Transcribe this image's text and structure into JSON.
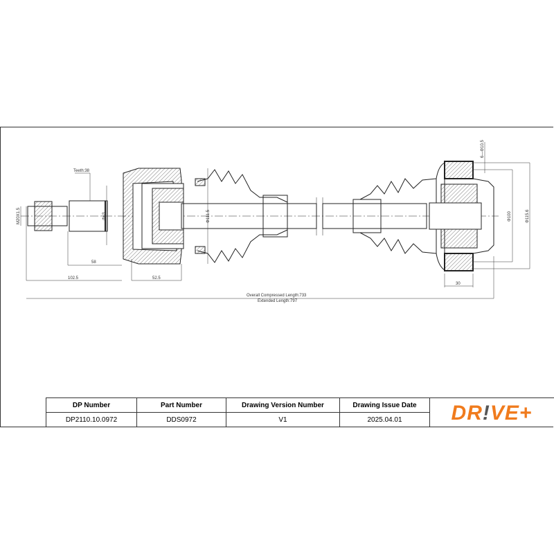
{
  "drawing": {
    "teeth": "Teeth:38",
    "thread": "M20X1.5",
    "dia_63": "Φ63",
    "dia_111_5": "Φ111.5",
    "dim_58": "58",
    "dim_102_5": "102.5",
    "dim_52_5": "52.5",
    "bolt_holes": "6—Φ10.5",
    "dia_100": "Φ100",
    "dia_115_6": "Φ115.6",
    "dim_30": "30",
    "compressed_length": "Overall Compressed Length:733",
    "extended_length": "Extended Length:797"
  },
  "titleblock": {
    "headers": [
      "DP Number",
      "Part Number",
      "Drawing Version Number",
      "Drawing Issue Date"
    ],
    "values": [
      "DP2110.10.0972",
      "DDS0972",
      "V1",
      "2025.04.01"
    ]
  },
  "logo": {
    "text_a": "DR",
    "text_b": "!",
    "text_c": "VE+",
    "brand_color": "#f07b1d",
    "accent_color": "#555555"
  }
}
